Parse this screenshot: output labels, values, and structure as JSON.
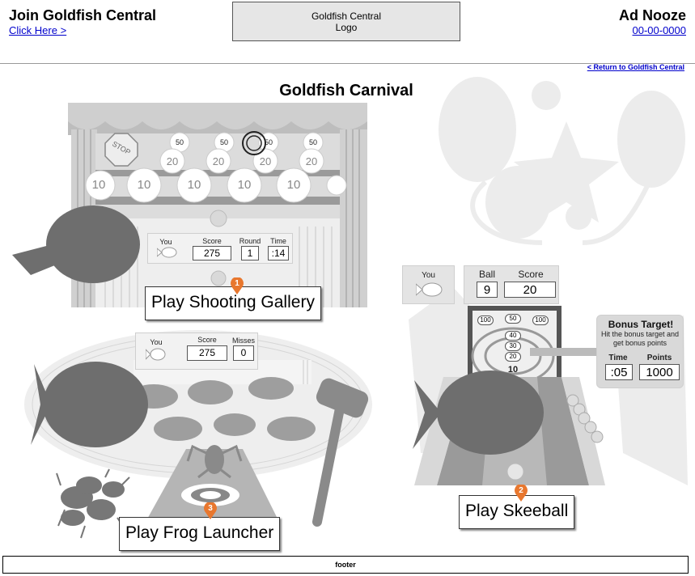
{
  "header": {
    "title": "Join Goldfish Central",
    "click_here": "Click Here >",
    "logo_line1": "Goldfish Central",
    "logo_line2": "Logo",
    "ad_title": "Ad Nooze",
    "ad_phone": "00-00-0000",
    "return_link": "< Return to Goldfish Central"
  },
  "page_title": "Goldfish Carnival",
  "shooting_gallery": {
    "targets_top": [
      "50",
      "50",
      "50",
      "50"
    ],
    "targets_mid": [
      "20",
      "20",
      "20",
      "20"
    ],
    "targets_bottom": [
      "10",
      "10",
      "10",
      "10",
      "10"
    ],
    "stop_sign": "STOP",
    "you_label": "You",
    "score_label": "Score",
    "score_value": "275",
    "round_label": "Round",
    "round_value": "1",
    "time_label": "Time",
    "time_value": ":14",
    "play_label": "Play Shooting Gallery",
    "pin_number": "1"
  },
  "skeeball": {
    "you_label": "You",
    "ball_label": "Ball",
    "ball_value": "9",
    "score_label": "Score",
    "score_value": "20",
    "holes": [
      "100",
      "50",
      "100",
      "40",
      "30",
      "20",
      "10"
    ],
    "bonus_title": "Bonus Target!",
    "bonus_text_1": "Hit the bonus target and",
    "bonus_text_2": "get bonus points",
    "bonus_time_label": "Time",
    "bonus_time_value": ":05",
    "bonus_points_label": "Points",
    "bonus_points_value": "1000",
    "play_label": "Play Skeeball",
    "pin_number": "2"
  },
  "frog_launcher": {
    "you_label": "You",
    "score_label": "Score",
    "score_value": "275",
    "misses_label": "Misses",
    "misses_value": "0",
    "play_label": "Play Frog Launcher",
    "pin_number": "3"
  },
  "colors": {
    "fish": "#6e6e6e",
    "pin": "#e8772e",
    "background_art": "#e8e8e8"
  },
  "footer": "footer"
}
